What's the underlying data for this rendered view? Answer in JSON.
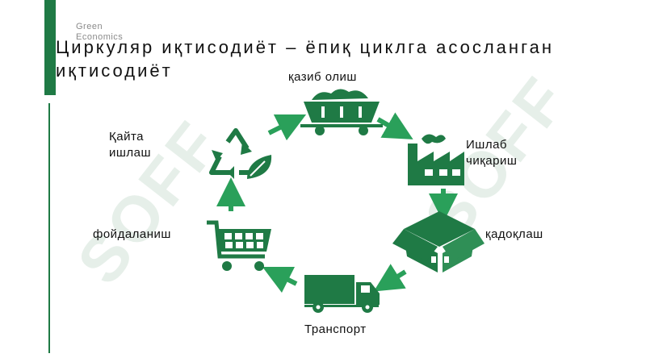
{
  "header": {
    "brand_line1": "Green",
    "brand_line2": "Economics",
    "title": "Циркуляр иқтисодиёт – ёпиқ циклга асосланган иқтисодиёт"
  },
  "cycle": {
    "stages": [
      {
        "label": "қазиб олиш",
        "icon": "mining-cart-icon"
      },
      {
        "label": "Ишлаб чиқариш",
        "icon": "factory-icon"
      },
      {
        "label": "қадоқлаш",
        "icon": "package-box-icon"
      },
      {
        "label": "Транспорт",
        "icon": "delivery-truck-icon"
      },
      {
        "label": "фойдаланиш",
        "icon": "shopping-cart-icon"
      },
      {
        "label": "Қайта ишлаш",
        "icon": "recycle-leaf-icon"
      }
    ]
  },
  "watermark_text": "SOFF",
  "colors": {
    "brand_green": "#1f7a45",
    "arrow_green": "#2aa05a",
    "watermark": "#c9dccf"
  }
}
